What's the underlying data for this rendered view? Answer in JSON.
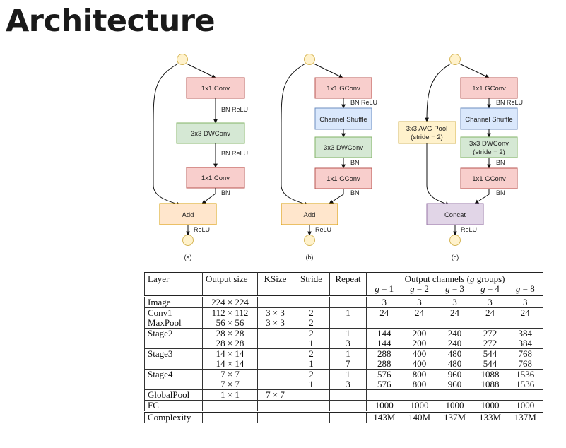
{
  "title": "Architecture",
  "units": {
    "a": {
      "caption": "(a)",
      "conv1": "1x1 Conv",
      "dw": "3x3 DWConv",
      "conv2": "1x1 Conv",
      "add": "Add",
      "l1": "BN ReLU",
      "l2": "BN ReLU",
      "l3": "BN",
      "l4": "ReLU"
    },
    "b": {
      "caption": "(b)",
      "gconv1": "1x1 GConv",
      "shuffle": "Channel Shuffle",
      "dw": "3x3 DWConv",
      "gconv2": "1x1 GConv",
      "add": "Add",
      "l1": "BN ReLU",
      "l2": "BN",
      "l3": "BN",
      "l4": "ReLU"
    },
    "c": {
      "caption": "(c)",
      "gconv1": "1x1 GConv",
      "shuffle": "Channel Shuffle",
      "dw1": "3x3 DWConv",
      "dw2": "(stride = 2)",
      "gconv2": "1x1 GConv",
      "pool1": "3x3 AVG Pool",
      "pool2": "(stride = 2)",
      "concat": "Concat",
      "l1": "BN ReLU",
      "l2": "BN",
      "l3": "BN",
      "l4": "ReLU"
    }
  },
  "table": {
    "h_layer": "Layer",
    "h_output_size": "Output size",
    "h_ksize": "KSize",
    "h_stride": "Stride",
    "h_repeat": "Repeat",
    "h_output_channels_pre": "Output channels (",
    "h_output_channels_g": "g",
    "h_output_channels_post": " groups)",
    "g_values": [
      "1",
      "2",
      "3",
      "4",
      "8"
    ],
    "g_var": "g",
    "g_eq": " = ",
    "rows": [
      {
        "layer": "Image",
        "size": "224 × 224",
        "ksize": "",
        "stride": "",
        "repeat": "",
        "ch": [
          "3",
          "3",
          "3",
          "3",
          "3"
        ]
      },
      {
        "layer": "Conv1",
        "size": "112 × 112",
        "ksize": "3 × 3",
        "stride": "2",
        "repeat": "1",
        "ch": [
          "24",
          "24",
          "24",
          "24",
          "24"
        ]
      },
      {
        "layer": "MaxPool",
        "size": "56 × 56",
        "ksize": "3 × 3",
        "stride": "2",
        "repeat": "",
        "ch": [
          "",
          "",
          "",
          "",
          ""
        ]
      },
      {
        "layer": "Stage2",
        "size": "28 × 28",
        "ksize": "",
        "stride": "2",
        "repeat": "1",
        "ch": [
          "144",
          "200",
          "240",
          "272",
          "384"
        ]
      },
      {
        "layer": "",
        "size": "28 × 28",
        "ksize": "",
        "stride": "1",
        "repeat": "3",
        "ch": [
          "144",
          "200",
          "240",
          "272",
          "384"
        ]
      },
      {
        "layer": "Stage3",
        "size": "14 × 14",
        "ksize": "",
        "stride": "2",
        "repeat": "1",
        "ch": [
          "288",
          "400",
          "480",
          "544",
          "768"
        ]
      },
      {
        "layer": "",
        "size": "14 × 14",
        "ksize": "",
        "stride": "1",
        "repeat": "7",
        "ch": [
          "288",
          "400",
          "480",
          "544",
          "768"
        ]
      },
      {
        "layer": "Stage4",
        "size": "7 × 7",
        "ksize": "",
        "stride": "2",
        "repeat": "1",
        "ch": [
          "576",
          "800",
          "960",
          "1088",
          "1536"
        ]
      },
      {
        "layer": "",
        "size": "7 × 7",
        "ksize": "",
        "stride": "1",
        "repeat": "3",
        "ch": [
          "576",
          "800",
          "960",
          "1088",
          "1536"
        ]
      },
      {
        "layer": "GlobalPool",
        "size": "1 × 1",
        "ksize": "7 × 7",
        "stride": "",
        "repeat": "",
        "ch": [
          "",
          "",
          "",
          "",
          ""
        ]
      },
      {
        "layer": "FC",
        "size": "",
        "ksize": "",
        "stride": "",
        "repeat": "",
        "ch": [
          "1000",
          "1000",
          "1000",
          "1000",
          "1000"
        ]
      },
      {
        "layer": "Complexity",
        "size": "",
        "ksize": "",
        "stride": "",
        "repeat": "",
        "ch": [
          "143M",
          "140M",
          "137M",
          "133M",
          "137M"
        ]
      }
    ]
  },
  "colors": {
    "conv_fill": "#f8cecc",
    "conv_stroke": "#b85450",
    "dw_fill": "#d5e8d4",
    "dw_stroke": "#82b366",
    "shuffle_fill": "#dae8fc",
    "shuffle_stroke": "#6c8ebf",
    "add_fill": "#ffe6cc",
    "add_stroke": "#d79b00",
    "pool_fill": "#fff2cc",
    "pool_stroke": "#d6b656",
    "concat_fill": "#e1d5e7",
    "concat_stroke": "#9673a6",
    "node_fill": "#fff2cc",
    "node_stroke": "#d6b656"
  }
}
